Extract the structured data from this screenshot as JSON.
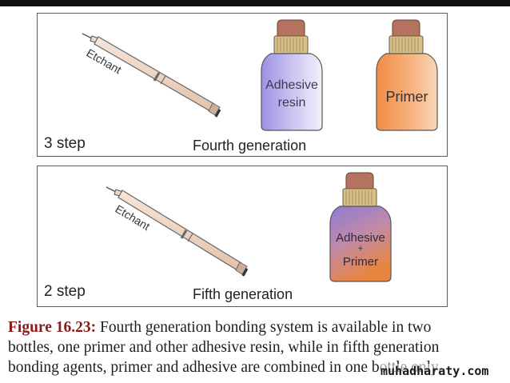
{
  "panels": {
    "top": {
      "step_label": "3 step",
      "generation_label": "Fourth generation",
      "syringe_label": "Etchant",
      "bottle_1_label_lines": [
        "Adhesive",
        "resin"
      ],
      "bottle_2_label_lines": [
        "Primer"
      ]
    },
    "bottom": {
      "step_label": "2 step",
      "generation_label": "Fifth generation",
      "syringe_label": "Etchant",
      "bottle_label_lines": [
        "Adhesive",
        "+",
        "Primer"
      ]
    }
  },
  "caption": {
    "figure_label": "Figure 16.23:",
    "line1_text": " Fourth generation bonding system is available in two",
    "line2_text": "bottles, one primer and other adhesive resin, while in fifth generation",
    "line3_text": "bonding agents, primer and adhesive are combined in one bottle only."
  },
  "watermark": "muhadharaty.com",
  "colors": {
    "figure_label": "#8b1a1a",
    "adhesive_resin_bottle": "#b9b2ea",
    "primer_bottle": "#f5a76a",
    "combined_bottle_top": "#9d7fd0",
    "combined_bottle_bottom": "#e08a4a",
    "cap": "#b5735f",
    "cap_collar": "#d8c08a"
  }
}
